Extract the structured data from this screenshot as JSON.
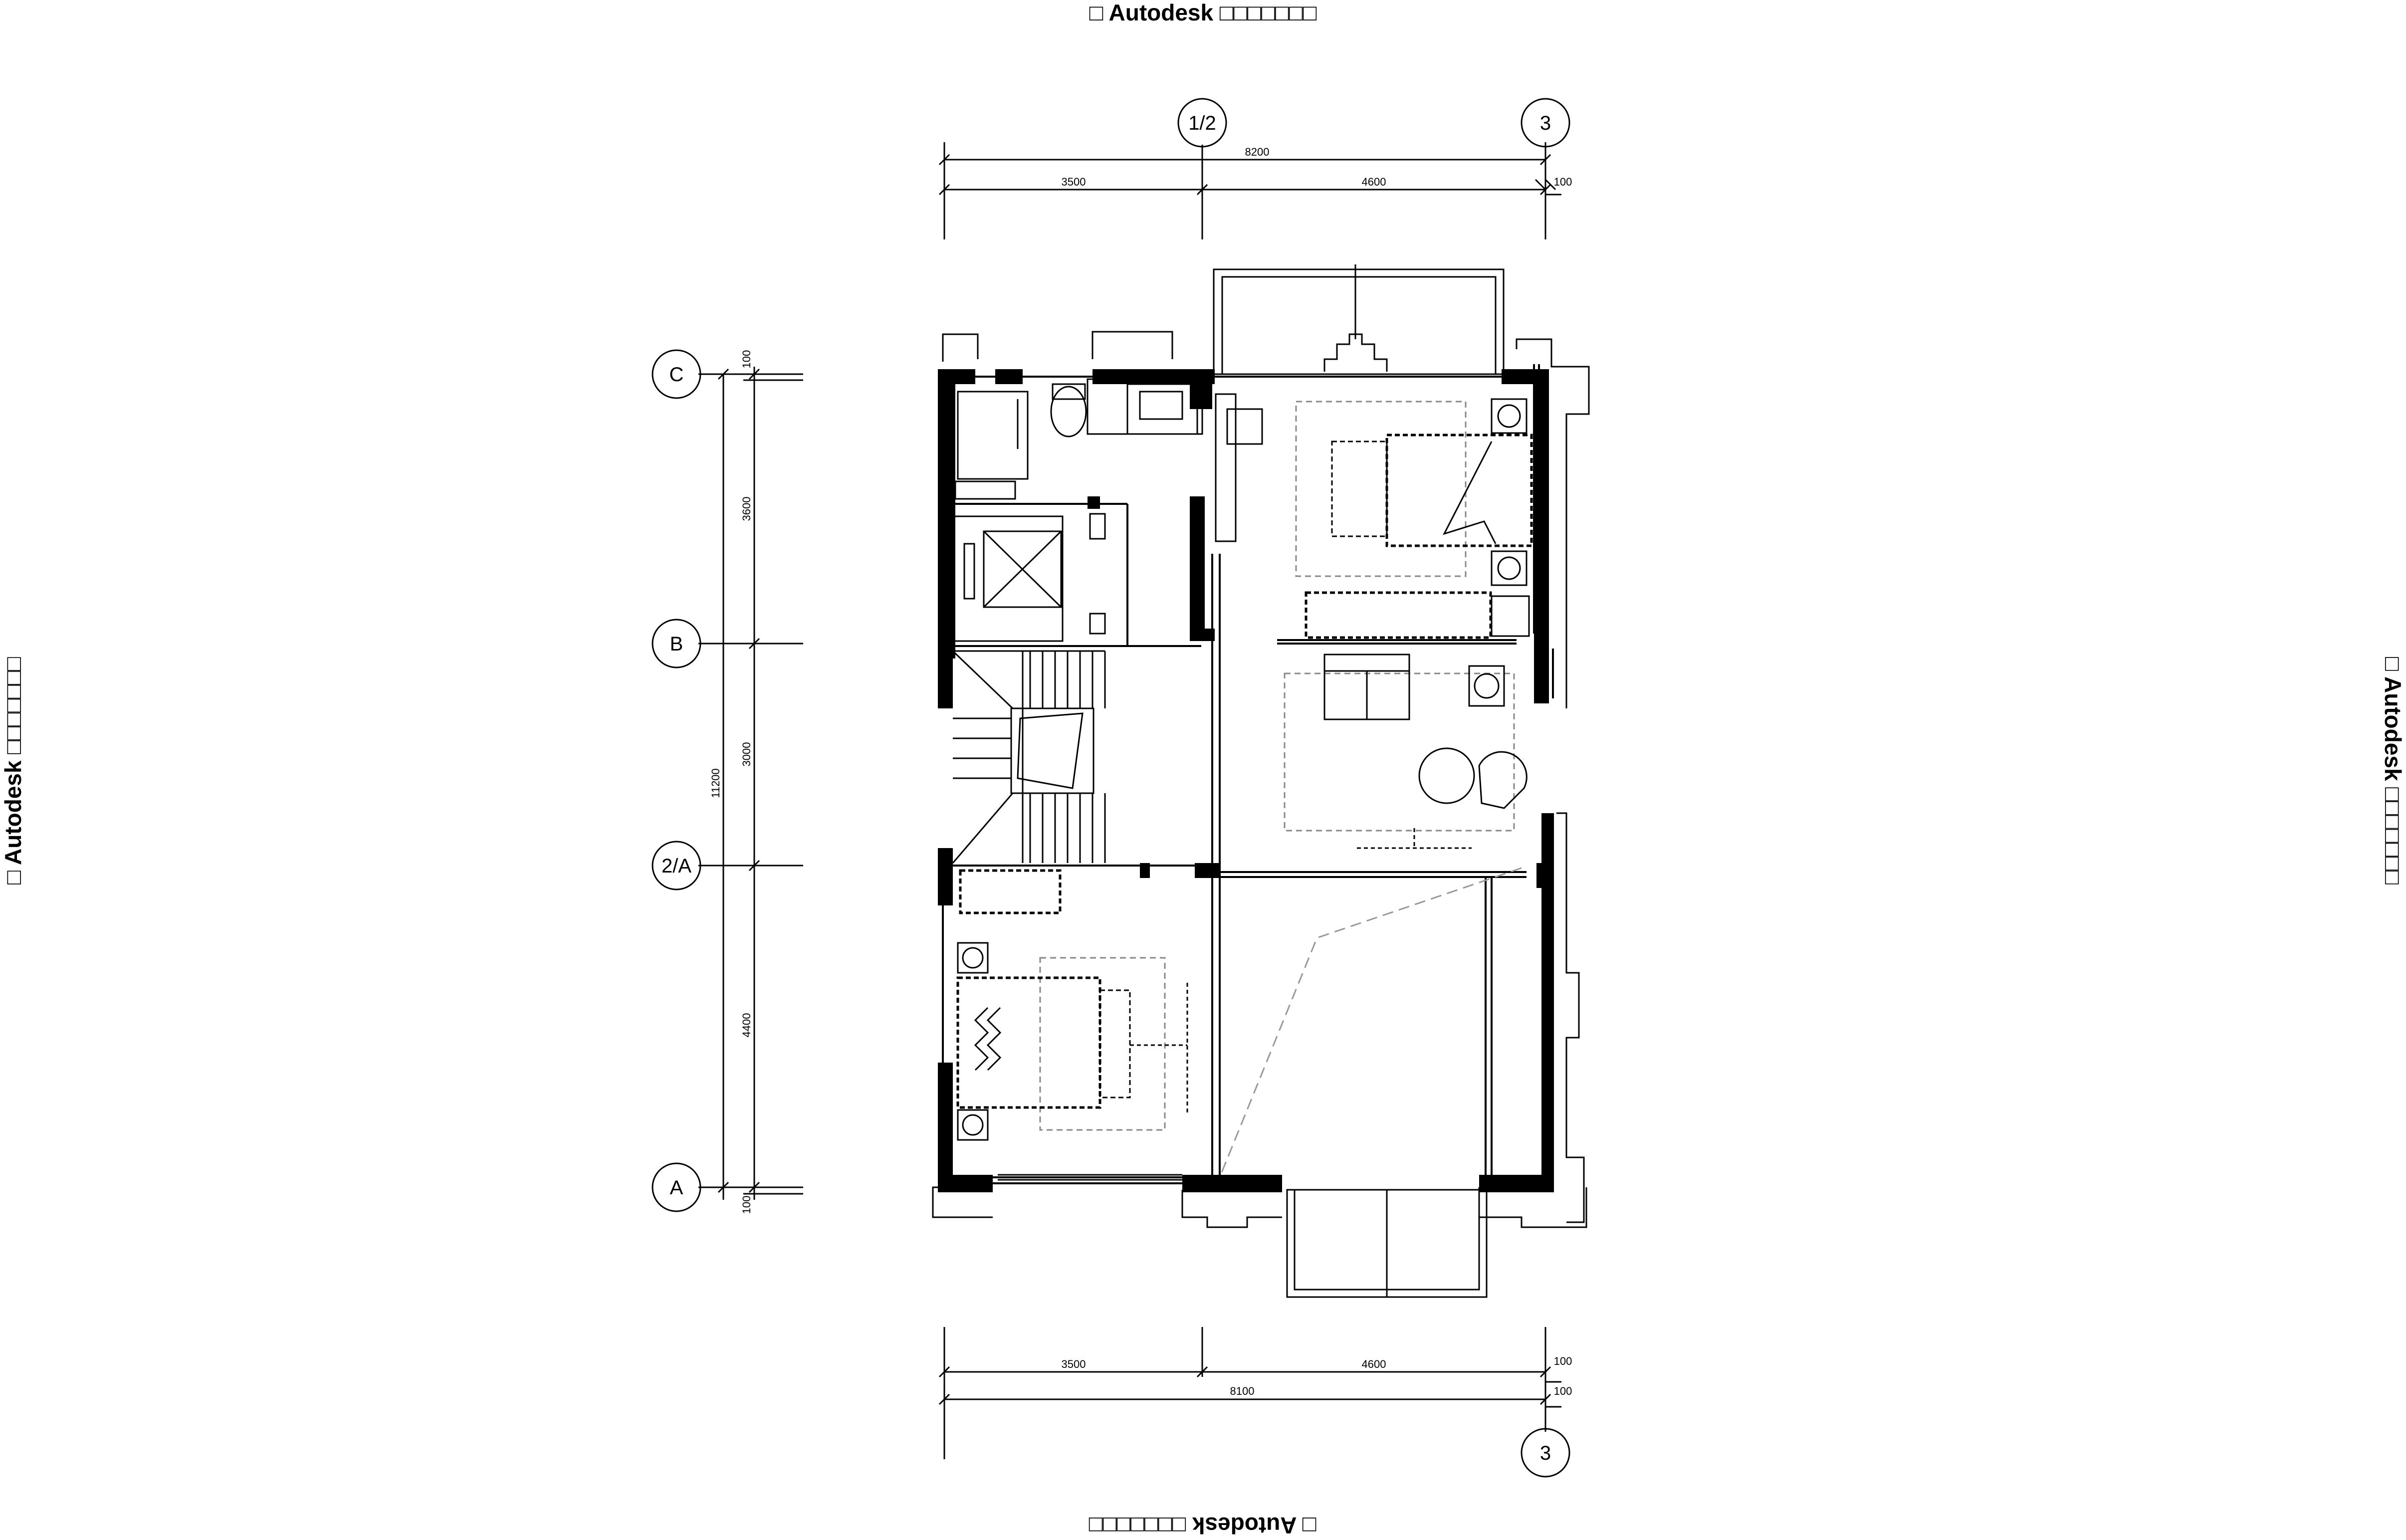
{
  "watermark": {
    "text": "□ Autodesk □□□□□□□",
    "text_rotated": "□ Autodesk □□□□□□□"
  },
  "axes": {
    "top": [
      "1/2",
      "3"
    ],
    "bottom": [
      "3"
    ],
    "left": [
      "C",
      "B",
      "2/A",
      "A"
    ]
  },
  "dimensions": {
    "top_total": "8200",
    "top_segments": [
      "3500",
      "4600"
    ],
    "top_edge": "100",
    "bottom_total": "8100",
    "bottom_segments": [
      "3500",
      "4600"
    ],
    "bottom_edge": [
      "100",
      "100"
    ],
    "left_total": "11200",
    "left_segments": [
      "3600",
      "3000",
      "4400"
    ],
    "left_edges": [
      "100",
      "100"
    ]
  }
}
